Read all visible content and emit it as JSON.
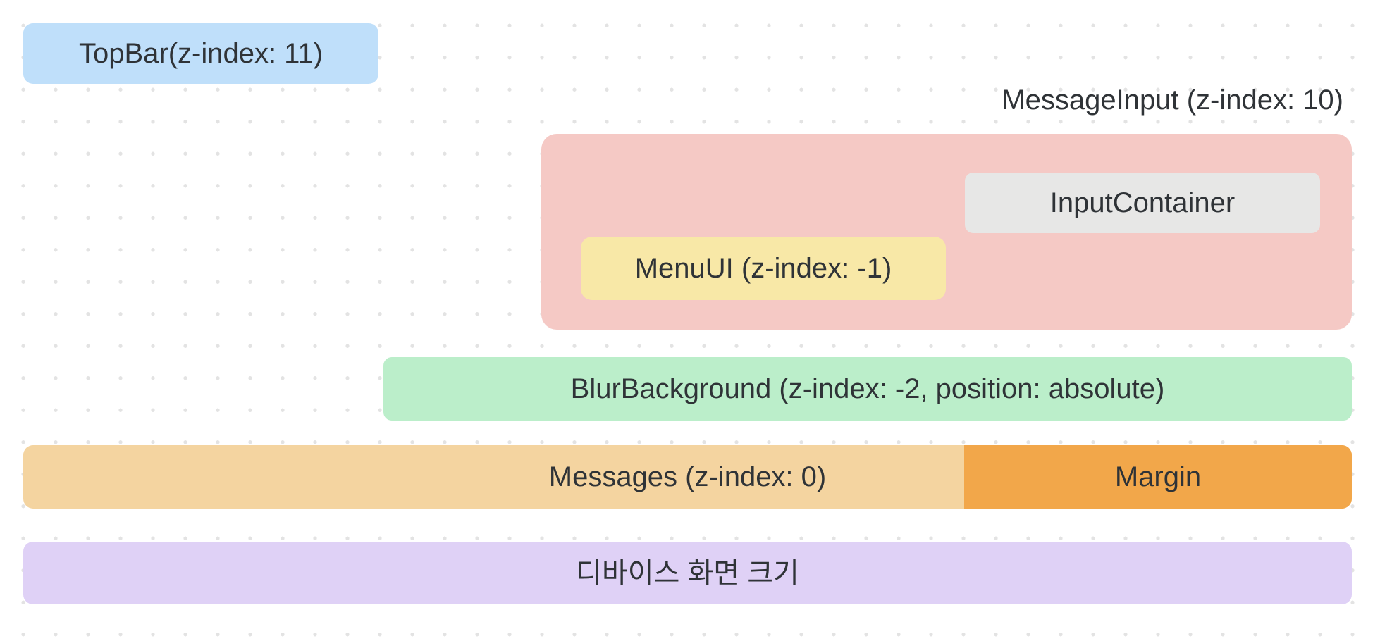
{
  "canvas": {
    "background_color": "#ffffff",
    "dot_color": "#e3e3e3",
    "text_color": "#2f3337"
  },
  "diagram": {
    "topbar": {
      "label": "TopBar(z-index: 11)",
      "color": "#bfdffa"
    },
    "message_input": {
      "label": "MessageInput (z-index: 10)",
      "color": "#f5c9c5"
    },
    "input_container": {
      "label": "InputContainer",
      "color": "#e7e7e6"
    },
    "menu_ui": {
      "label": "MenuUI (z-index: -1)",
      "color": "#f8e8a7"
    },
    "blur_background": {
      "label": "BlurBackground (z-index: -2, position: absolute)",
      "color": "#bbeeca"
    },
    "messages": {
      "label": "Messages (z-index: 0)",
      "color": "#f4d4a0"
    },
    "margin": {
      "label": "Margin",
      "color": "#f2a74a"
    },
    "device_screen": {
      "label": "디바이스 화면 크기",
      "color": "#dfd1f6"
    }
  }
}
